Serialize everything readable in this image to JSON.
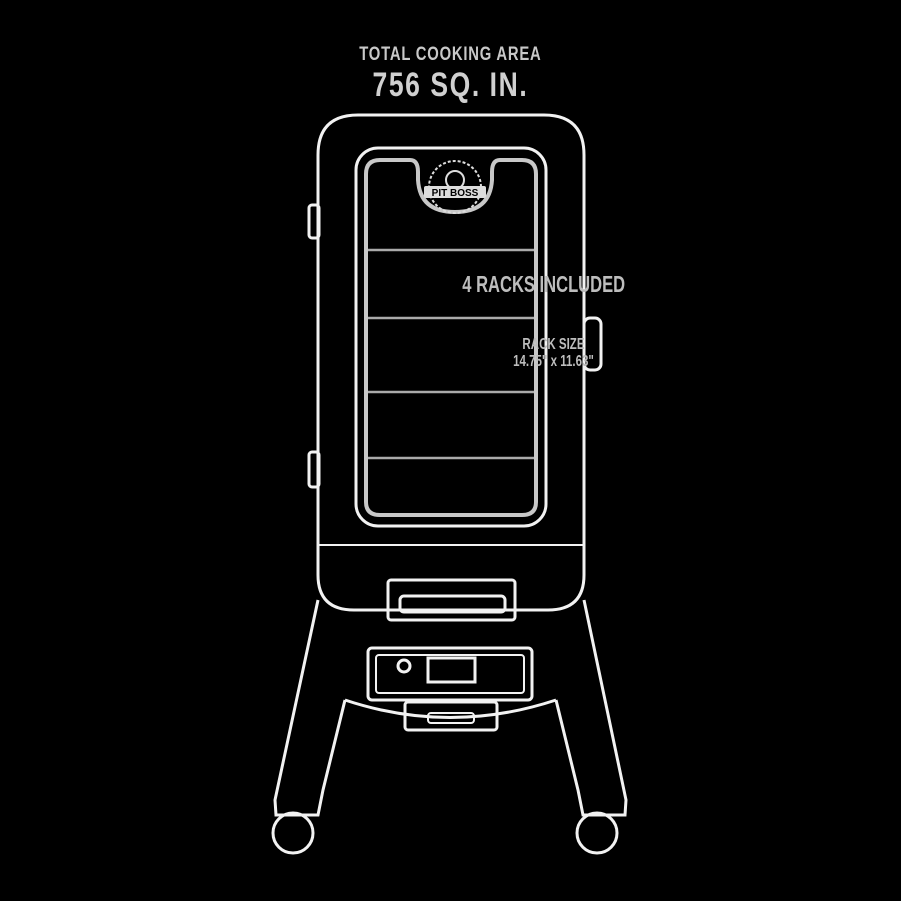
{
  "header": {
    "line1": "TOTAL COOKING AREA",
    "line2": "756 SQ. IN."
  },
  "window": {
    "racks_label": "4 RACKS INCLUDED",
    "rack_size_label": "RACK SIZE",
    "rack_size_value": "14.75\" x 11.63\""
  },
  "logo": {
    "text": "PIT BOSS"
  },
  "colors": {
    "background": "#000000",
    "line": "#ffffff",
    "text": "#c8c8c8"
  }
}
